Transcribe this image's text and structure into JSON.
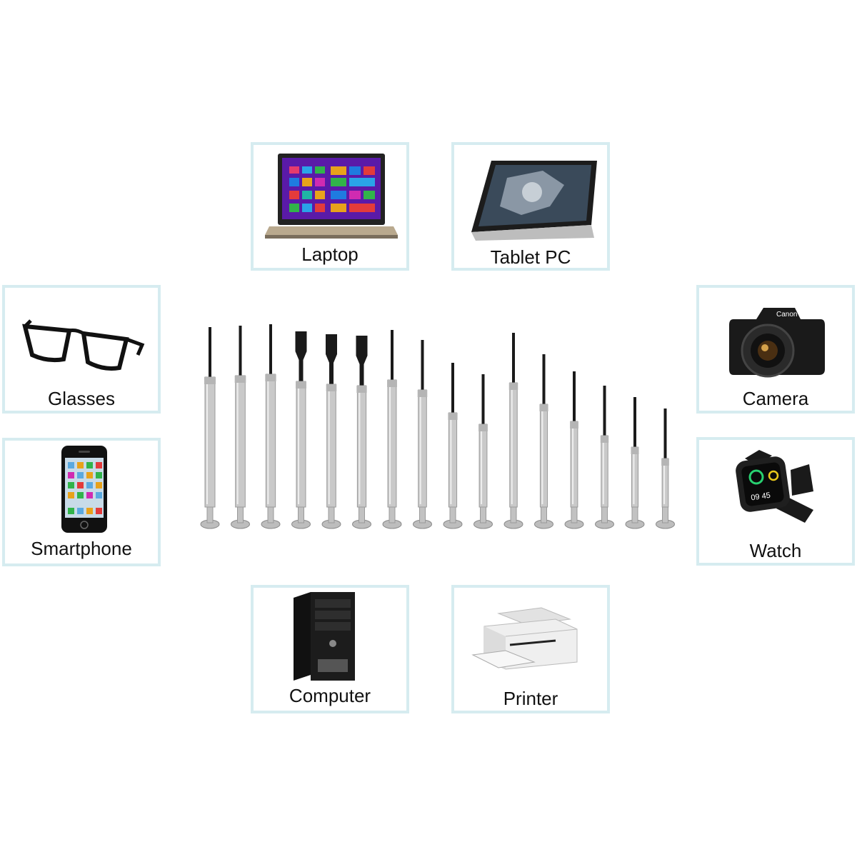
{
  "devices": {
    "laptop": "Laptop",
    "tablet": "Tablet PC",
    "glasses": "Glasses",
    "smartphone": "Smartphone",
    "camera": "Camera",
    "watch": "Watch",
    "computer": "Computer",
    "printer": "Printer"
  },
  "camera_brand": "Canon",
  "watch_time": "09 45",
  "tools": {
    "tip_types": [
      "flat",
      "flat",
      "flat",
      "pentalobe",
      "pentalobe",
      "pentalobe",
      "phillips",
      "phillips",
      "phillips",
      "phillips",
      "flat",
      "flat",
      "flat",
      "flat",
      "flat",
      "flat"
    ],
    "count": 16
  },
  "colors": {
    "card_border": "#d6ecf0",
    "metal": "#c9c9c9",
    "tip": "#1a1a1a"
  }
}
